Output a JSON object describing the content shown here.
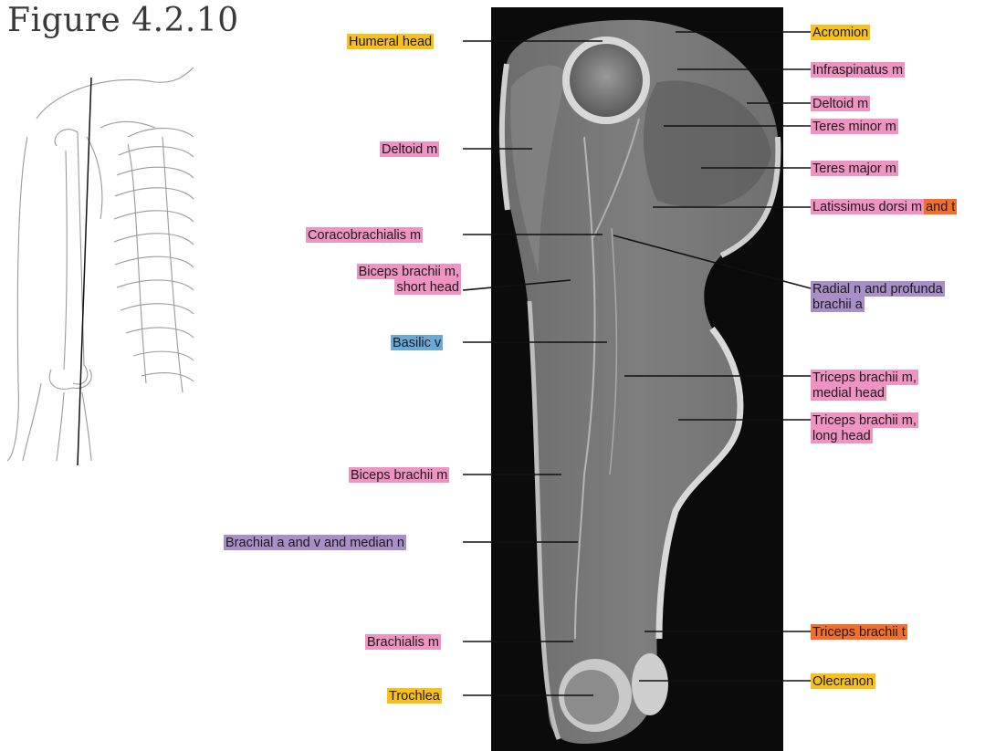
{
  "figure": {
    "title": "Figure 4.2.10"
  },
  "colors": {
    "yellow": "#f8c11a",
    "pink": "#ef93c2",
    "blue": "#6aaad9",
    "purple": "#a98fc8",
    "orange": "#f26f2a",
    "leader": "#111111",
    "mri_bg": "#0b0b0b"
  },
  "labels_left": [
    {
      "id": "humeral-head",
      "text": "Humeral head",
      "color": "yellow"
    },
    {
      "id": "deltoid-left",
      "text": "Deltoid m",
      "color": "pink"
    },
    {
      "id": "coracobrachialis",
      "text": "Coracobrachialis m",
      "color": "pink"
    },
    {
      "id": "biceps-short",
      "line1": "Biceps brachii m,",
      "line2": "short head",
      "color": "pink"
    },
    {
      "id": "basilic",
      "text": "Basilic v",
      "color": "blue"
    },
    {
      "id": "biceps",
      "text": "Biceps brachii m",
      "color": "pink"
    },
    {
      "id": "brachial",
      "text": "Brachial a and v and median n",
      "color": "purple"
    },
    {
      "id": "brachialis",
      "text": "Brachialis m",
      "color": "pink"
    },
    {
      "id": "trochlea",
      "text": "Trochlea",
      "color": "yellow"
    }
  ],
  "labels_right": [
    {
      "id": "acromion",
      "text": "Acromion",
      "color": "yellow"
    },
    {
      "id": "infraspinatus",
      "text": "Infraspinatus m",
      "color": "pink"
    },
    {
      "id": "deltoid-right",
      "text": "Deltoid m",
      "color": "pink"
    },
    {
      "id": "teres-minor",
      "text": "Teres minor m",
      "color": "pink"
    },
    {
      "id": "teres-major",
      "text": "Teres major m",
      "color": "pink"
    },
    {
      "id": "latissimus",
      "part1": "Latissimus dorsi m",
      "part2": "and t",
      "color": "pink",
      "color2": "orange"
    },
    {
      "id": "radial",
      "line1": "Radial n and profunda",
      "line2": "brachii a",
      "color": "purple"
    },
    {
      "id": "triceps-medial",
      "line1": "Triceps brachii m,",
      "line2": "medial head",
      "color": "pink"
    },
    {
      "id": "triceps-long",
      "line1": "Triceps brachii m,",
      "line2": "long head",
      "color": "pink"
    },
    {
      "id": "triceps-tendon",
      "text": "Triceps brachii t",
      "color": "orange"
    },
    {
      "id": "olecranon",
      "text": "Olecranon",
      "color": "yellow"
    }
  ]
}
